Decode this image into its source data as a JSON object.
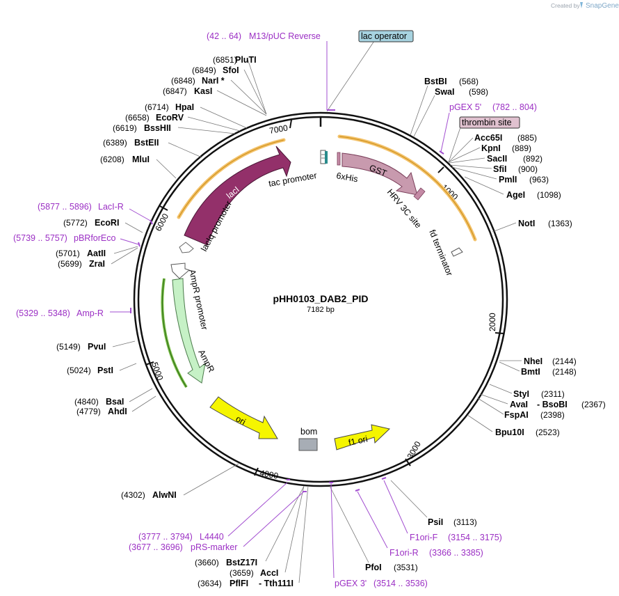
{
  "plasmid": {
    "name": "pHH0103_DAB2_PID",
    "length_label": "7182 bp"
  },
  "watermark": {
    "prefix": "Created by",
    "brand": "SnapGene"
  },
  "ticks": [
    "1000",
    "2000",
    "3000",
    "4000",
    "5000",
    "6000",
    "7000"
  ],
  "features": {
    "lacI": "lacI",
    "lacIq": "lacIq promoter",
    "tac": "tac promoter",
    "hisTag": "6xHis",
    "gst": "GST",
    "hrv": "HRV 3C site",
    "fd": "fd terminator",
    "ampPromoter": "AmpR promoter",
    "ampR": "AmpR",
    "ori": "ori",
    "bom": "bom",
    "f1ori": "f1 ori"
  },
  "boxed_labels": {
    "lacOperator": "lac operator",
    "thrombin": "thrombin site"
  },
  "sites": {
    "pluti": {
      "pos": "(6851)",
      "name": "PluTI"
    },
    "sfoi": {
      "pos": "(6849)",
      "name": "SfoI"
    },
    "nari": {
      "pos": "(6848)",
      "name": "NarI *"
    },
    "kasi": {
      "pos": "(6847)",
      "name": "KasI"
    },
    "hpai": {
      "pos": "(6714)",
      "name": "HpaI"
    },
    "ecorv": {
      "pos": "(6658)",
      "name": "EcoRV"
    },
    "bsshii": {
      "pos": "(6619)",
      "name": "BssHII"
    },
    "bsteii": {
      "pos": "(6389)",
      "name": "BstEII"
    },
    "mlui": {
      "pos": "(6208)",
      "name": "MluI"
    },
    "ecori": {
      "pos": "(5772)",
      "name": "EcoRI"
    },
    "aatii": {
      "pos": "(5701)",
      "name": "AatII"
    },
    "zrai": {
      "pos": "(5699)",
      "name": "ZraI"
    },
    "pvui": {
      "pos": "(5149)",
      "name": "PvuI"
    },
    "psti": {
      "pos": "(5024)",
      "name": "PstI"
    },
    "bsai": {
      "pos": "(4840)",
      "name": "BsaI"
    },
    "ahdi": {
      "pos": "(4779)",
      "name": "AhdI"
    },
    "alwni": {
      "pos": "(4302)",
      "name": "AlwNI"
    },
    "bstz17i": {
      "pos": "(3660)",
      "name": "BstZ17I"
    },
    "acci": {
      "pos": "(3659)",
      "name": "AccI"
    },
    "plfi": {
      "pos": "(3634)",
      "name": "PflFI",
      "extra": "- Tth111I"
    },
    "pfoi": {
      "name": "PfoI",
      "pos": "(3531)"
    },
    "psii": {
      "name": "PsiI",
      "pos": "(3113)"
    },
    "bu10i": {
      "name": "Bpu10I",
      "pos": "(2523)"
    },
    "fspai": {
      "name": "FspAI",
      "pos": "(2398)"
    },
    "avai": {
      "name": "AvaI",
      "extra": "- BsoBI",
      "pos": "(2367)"
    },
    "styi": {
      "name": "StyI",
      "pos": "(2311)"
    },
    "bmti": {
      "name": "BmtI",
      "pos": "(2148)"
    },
    "nhei": {
      "name": "NheI",
      "pos": "(2144)"
    },
    "noti": {
      "name": "NotI",
      "pos": "(1363)"
    },
    "agei": {
      "name": "AgeI",
      "pos": "(1098)"
    },
    "pmli": {
      "name": "PmlI",
      "pos": "(963)"
    },
    "sfii": {
      "name": "SfiI",
      "pos": "(900)"
    },
    "sacii": {
      "name": "SacII",
      "pos": "(892)"
    },
    "kpni": {
      "name": "KpnI",
      "pos": "(889)"
    },
    "acc65i": {
      "name": "Acc65I",
      "pos": "(885)"
    },
    "swai": {
      "name": "SwaI",
      "pos": "(598)"
    },
    "bstbi": {
      "name": "BstBI",
      "pos": "(568)"
    }
  },
  "primers": {
    "m13": {
      "range": "(42 .. 64)",
      "name": "M13/pUC Reverse"
    },
    "pgex5": {
      "name": "pGEX 5'",
      "range": "(782 .. 804)"
    },
    "laciR": {
      "range": "(5877 .. 5896)",
      "name": "LacI-R"
    },
    "pbr": {
      "range": "(5739 .. 5757)",
      "name": "pBRforEco"
    },
    "ampRp": {
      "range": "(5329 .. 5348)",
      "name": "Amp-R"
    },
    "l4440": {
      "range": "(3777 .. 3794)",
      "name": "L4440"
    },
    "prs": {
      "range": "(3677 .. 3696)",
      "name": "pRS-marker"
    },
    "pgex3": {
      "name": "pGEX 3'",
      "range": "(3514 .. 3536)"
    },
    "f1oriR": {
      "name": "F1ori-R",
      "range": "(3366 .. 3385)"
    },
    "f1oriF": {
      "name": "F1ori-F",
      "range": "(3154 .. 3175)"
    }
  }
}
